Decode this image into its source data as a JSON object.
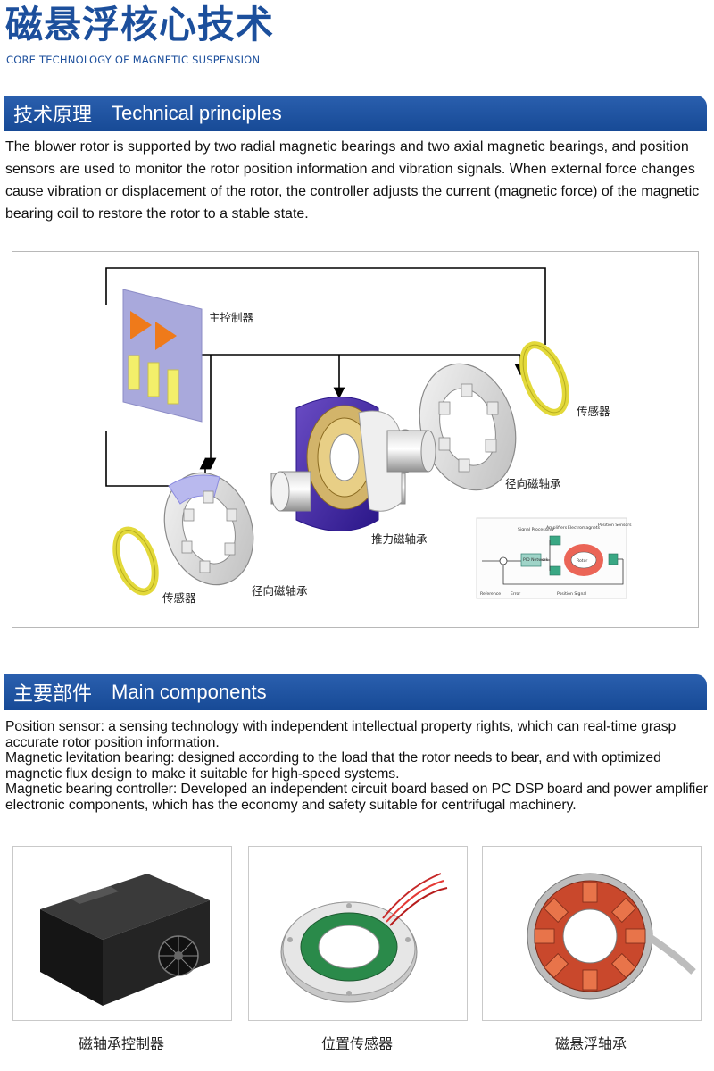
{
  "header": {
    "title": "磁悬浮核心技术",
    "subtitle": "CORE TECHNOLOGY OF MAGNETIC SUSPENSION"
  },
  "sections": [
    {
      "zh": "技术原理",
      "en": "Technical principles",
      "text": "The blower rotor is supported by two radial magnetic bearings and two axial magnetic bearings, and position sensors are used to monitor the rotor position information and vibration signals. When external force changes cause vibration or displacement of the rotor, the controller adjusts the current (magnetic force) of the magnetic bearing coil to restore the rotor to a stable state."
    },
    {
      "zh": "主要部件",
      "en": "Main components",
      "text": "Position sensor: a sensing technology with independent intellectual property rights, which can real-time grasp accurate rotor position information.\nMagnetic levitation bearing: designed according to the load that the rotor needs to bear, and with optimized magnetic flux design to make it suitable for high-speed systems.\nMagnetic bearing controller: Developed an independent circuit board based on PC DSP board and power amplifier electronic components, which has the economy and safety suitable for centrifugal machinery."
    }
  ],
  "diagram": {
    "labels": {
      "controller": "主控制器",
      "sensor_right": "传感器",
      "radial_right": "径向磁轴承",
      "thrust": "推力磁轴承",
      "sensor_left": "传感器",
      "radial_left": "径向磁轴承"
    },
    "inset": {
      "signal_processing": "Signal Processing",
      "amplifiers": "Amplifiers",
      "electromagnets": "Electromagnets",
      "position_sensors": "Position Sensors",
      "pid": "PID Network",
      "rotor": "Rotor",
      "reference": "Reference",
      "error": "Error",
      "position_signal": "Position Signal"
    }
  },
  "components": [
    {
      "caption": "磁轴承控制器"
    },
    {
      "caption": "位置传感器"
    },
    {
      "caption": "磁悬浮轴承"
    }
  ]
}
